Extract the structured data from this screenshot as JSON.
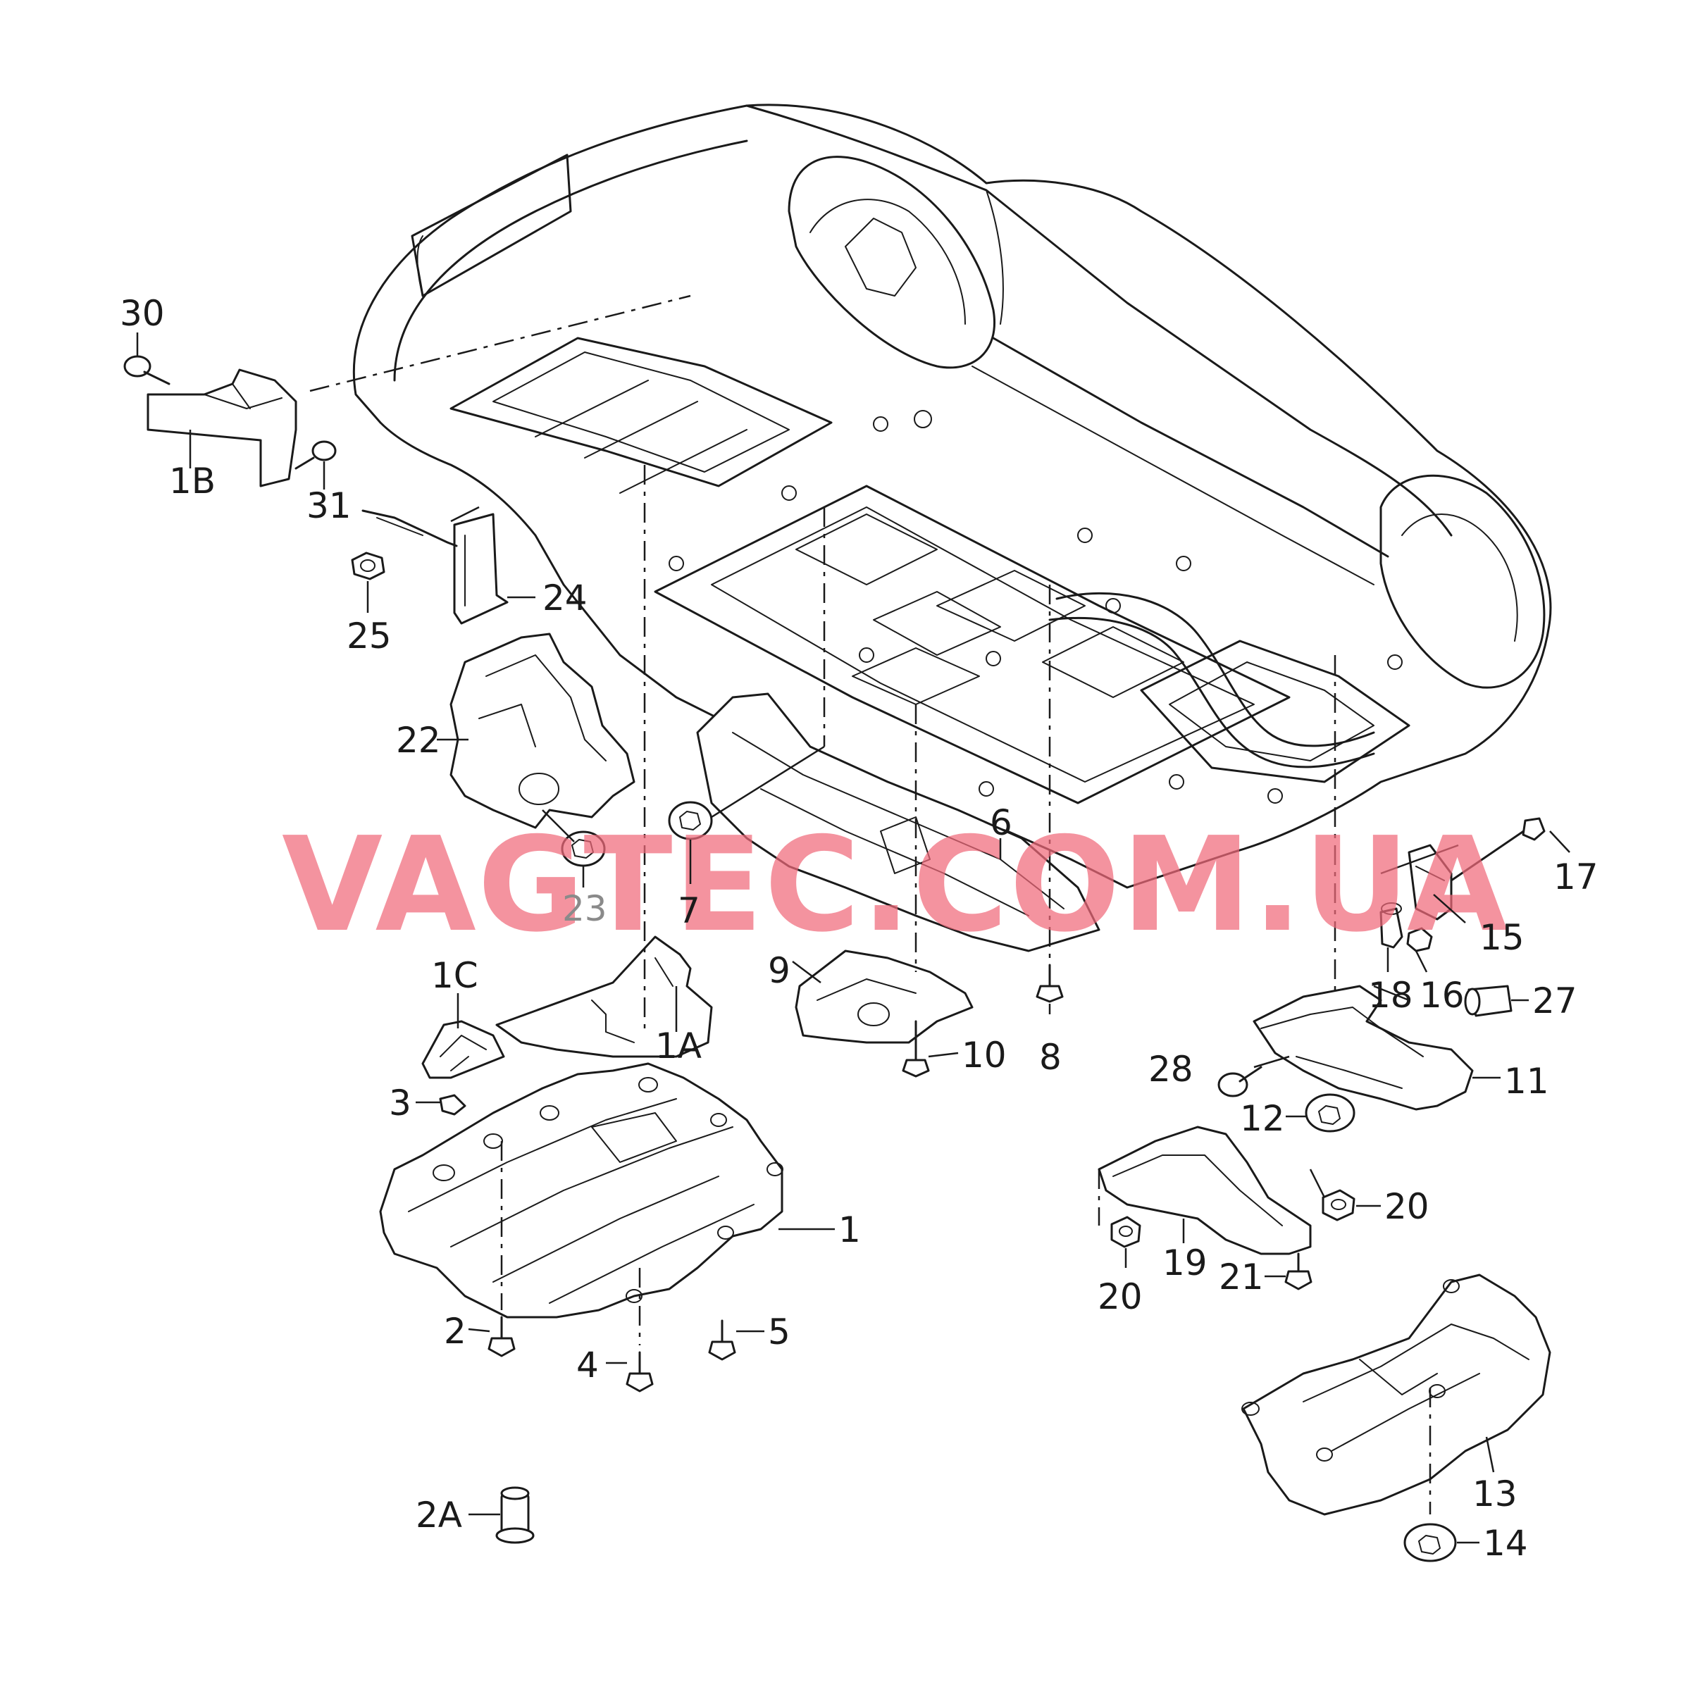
{
  "watermark": "VAGTEC.COM.UA",
  "colors": {
    "line": "#1a1a1a",
    "watermark": "#f06a7a",
    "muted_label": "#8a8a8a"
  },
  "callouts": [
    {
      "id": "c30",
      "label": "30"
    },
    {
      "id": "c1B",
      "label": "1B"
    },
    {
      "id": "c31",
      "label": "31"
    },
    {
      "id": "c25",
      "label": "25"
    },
    {
      "id": "c24",
      "label": "24"
    },
    {
      "id": "c22",
      "label": "22"
    },
    {
      "id": "c23",
      "label": "23"
    },
    {
      "id": "c7",
      "label": "7"
    },
    {
      "id": "c6",
      "label": "6"
    },
    {
      "id": "c9",
      "label": "9"
    },
    {
      "id": "c10",
      "label": "10"
    },
    {
      "id": "c8",
      "label": "8"
    },
    {
      "id": "c1C",
      "label": "1C"
    },
    {
      "id": "c1A",
      "label": "1A"
    },
    {
      "id": "c3",
      "label": "3"
    },
    {
      "id": "c1",
      "label": "1"
    },
    {
      "id": "c2",
      "label": "2"
    },
    {
      "id": "c4",
      "label": "4"
    },
    {
      "id": "c5",
      "label": "5"
    },
    {
      "id": "c2A",
      "label": "2A"
    },
    {
      "id": "c17",
      "label": "17"
    },
    {
      "id": "c15",
      "label": "15"
    },
    {
      "id": "c18",
      "label": "18"
    },
    {
      "id": "c16",
      "label": "16"
    },
    {
      "id": "c27",
      "label": "27"
    },
    {
      "id": "c28",
      "label": "28"
    },
    {
      "id": "c11",
      "label": "11"
    },
    {
      "id": "c12",
      "label": "12"
    },
    {
      "id": "c20a",
      "label": "20"
    },
    {
      "id": "c19",
      "label": "19"
    },
    {
      "id": "c20b",
      "label": "20"
    },
    {
      "id": "c21",
      "label": "21"
    },
    {
      "id": "c13",
      "label": "13"
    },
    {
      "id": "c14",
      "label": "14"
    }
  ]
}
